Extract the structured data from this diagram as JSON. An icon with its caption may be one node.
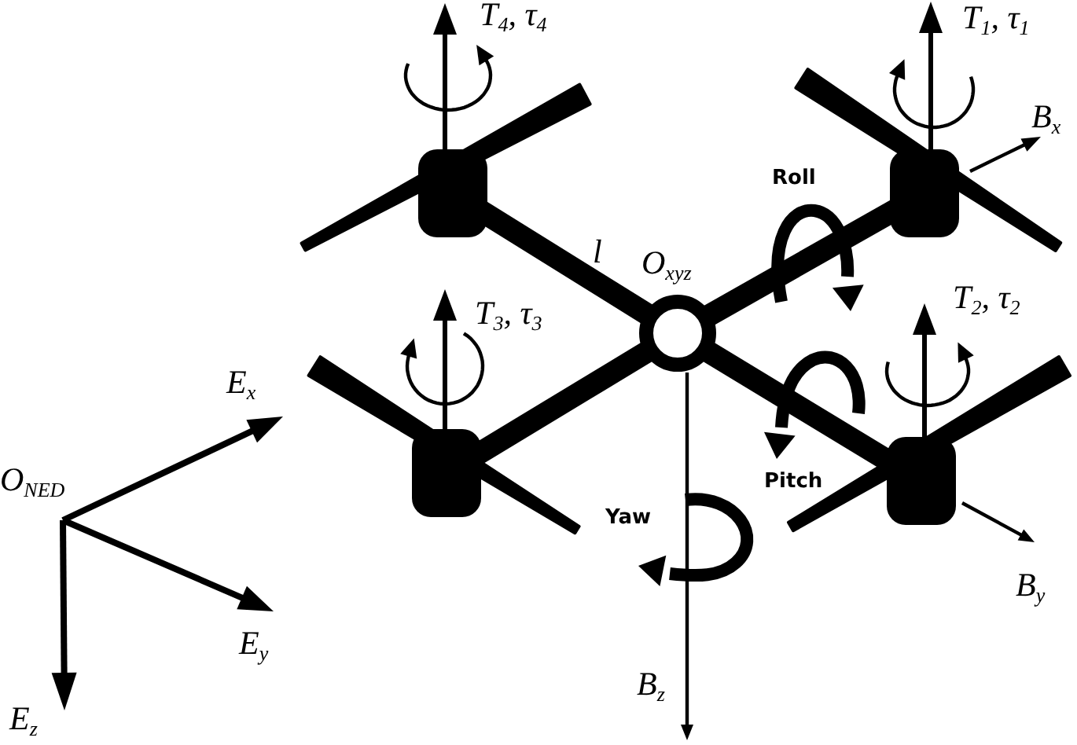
{
  "diagram": {
    "labels": [
      "T$_{4}$, τ$_{4}$",
      "T$_{1}$, τ$_{1}$",
      "B$_{x}$",
      "Roll",
      "l",
      "O$_{xyz}$",
      "T$_{3}$, τ$_{3}$",
      "T$_{2}$, τ$_{2}$",
      "E$_{x}$",
      "O$_{NED}$",
      "Pitch",
      "Yaw",
      "E$_{y}$",
      "B$_{y}$",
      "E$_{z}$",
      "B$_{z}$"
    ]
  }
}
